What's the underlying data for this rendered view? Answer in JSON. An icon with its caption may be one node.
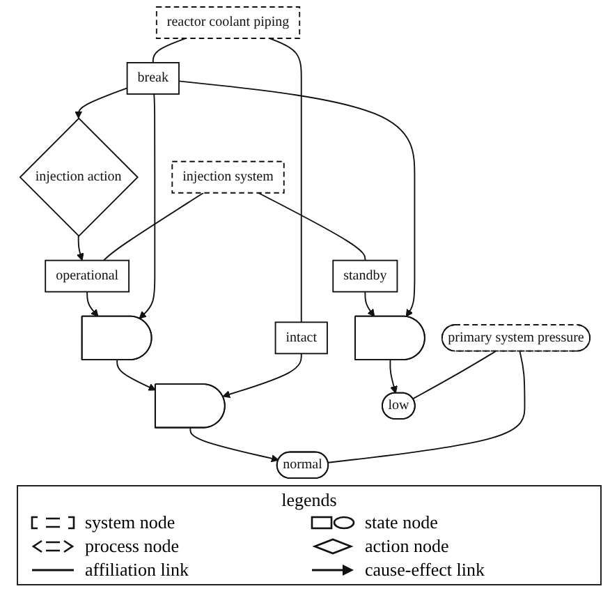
{
  "diagram": {
    "nodes": [
      {
        "text": [
          "injection action"
        ]
      },
      {
        "text": [
          "injection system"
        ]
      },
      {
        "text": [
          "reactor coolant piping"
        ]
      },
      {
        "text": [
          "operational"
        ]
      },
      {
        "text": [
          "standby"
        ]
      },
      {
        "text": [
          "break"
        ]
      },
      {
        "text": [
          "intact"
        ]
      },
      {
        "text": [],
        "shape": "gate"
      },
      {
        "text": [],
        "shape": "gate"
      },
      {
        "text": [],
        "shape": "gate"
      },
      {
        "text": [
          "normal"
        ]
      },
      {
        "text": [
          "primary system pressure"
        ]
      },
      {
        "text": [
          "low"
        ]
      }
    ],
    "edges": [
      {
        "from": 0,
        "to": 3,
        "arrow": "to"
      },
      {
        "from": 5,
        "to": 0,
        "arrow": "to"
      },
      {
        "from": 1,
        "to": 3,
        "arrow": "none"
      },
      {
        "from": 1,
        "to": 4,
        "arrow": "none"
      },
      {
        "from": 2,
        "to": 5,
        "arrow": "none"
      },
      {
        "from": 2,
        "to": 6,
        "arrow": "none"
      },
      {
        "from": 3,
        "to": 7,
        "arrow": "to"
      },
      {
        "from": 5,
        "to": 7,
        "arrow": "to"
      },
      {
        "from": 4,
        "to": 8,
        "arrow": "to"
      },
      {
        "from": 5,
        "to": 8,
        "arrow": "to"
      },
      {
        "from": 7,
        "to": 9,
        "arrow": "to"
      },
      {
        "from": 6,
        "to": 9,
        "arrow": "to"
      },
      {
        "from": 8,
        "to": 12,
        "arrow": "to"
      },
      {
        "from": 9,
        "to": 10,
        "arrow": "to"
      },
      {
        "from": 11,
        "to": 10,
        "arrow": "none"
      },
      {
        "from": 11,
        "to": 12,
        "arrow": "none"
      }
    ],
    "labels": [
      "legends"
    ],
    "legend": [
      {
        "text": "system node"
      },
      {
        "text": "state node"
      },
      {
        "text": "process node"
      },
      {
        "text": "action node"
      },
      {
        "text": "affiliation link"
      },
      {
        "text": "cause-effect link"
      }
    ]
  }
}
